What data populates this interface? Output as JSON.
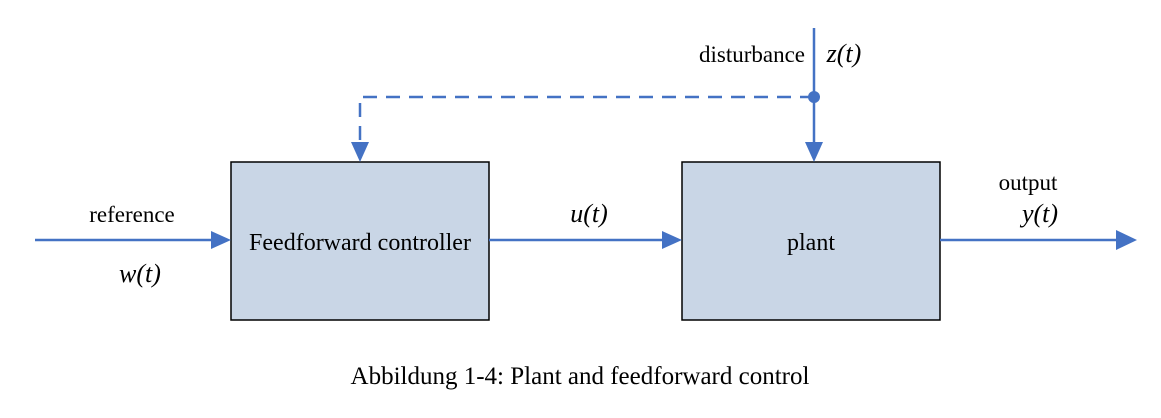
{
  "diagram": {
    "blocks": {
      "controller": {
        "label": "Feedforward controller"
      },
      "plant": {
        "label": "plant"
      }
    },
    "signals": {
      "reference": {
        "name": "reference",
        "symbol": "w(t)"
      },
      "control": {
        "symbol": "u(t)"
      },
      "disturbance": {
        "name": "disturbance",
        "symbol": "z(t)"
      },
      "output": {
        "name": "output",
        "symbol": "y(t)"
      }
    },
    "caption": "Abbildung 1-4: Plant and feedforward control"
  },
  "colors": {
    "line": "#4472C4",
    "block_fill": "#C9D6E6",
    "block_border": "#000000",
    "text": "#000000"
  }
}
